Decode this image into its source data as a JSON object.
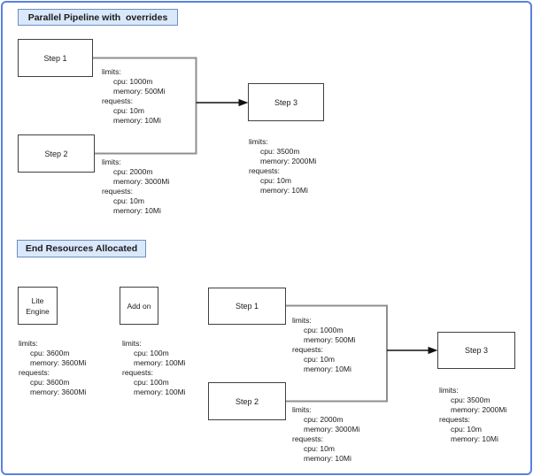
{
  "colors": {
    "frame_border": "#5a81e0",
    "title_fill": "#dae8fc",
    "title_border": "#6c8ebf",
    "box_border": "#404040",
    "connector_gray": "#8f8f8f",
    "arrow_black": "#111111"
  },
  "section_overrides": {
    "title": "Parallel Pipeline with  overrides",
    "nodes": {
      "step1": {
        "label": "Step 1",
        "resources": [
          "limits:",
          "cpu: 1000m",
          "memory: 500Mi",
          "requests:",
          "cpu: 10m",
          "memory: 10Mi"
        ]
      },
      "step2": {
        "label": "Step 2",
        "resources": [
          "limits:",
          "cpu: 2000m",
          "memory: 3000Mi",
          "requests:",
          "cpu: 10m",
          "memory: 10Mi"
        ]
      },
      "step3": {
        "label": "Step 3",
        "resources": [
          "limits:",
          "cpu: 3500m",
          "memory: 2000Mi",
          "requests:",
          "cpu: 10m",
          "memory: 10Mi"
        ]
      }
    }
  },
  "section_end": {
    "title": "End Resources Allocated",
    "nodes": {
      "lite_engine": {
        "label_lines": [
          "Lite",
          "Engine"
        ],
        "resources": [
          "limits:",
          "cpu: 3600m",
          "memory: 3600Mi",
          "requests:",
          "cpu: 3600m",
          "memory: 3600Mi"
        ]
      },
      "add_on": {
        "label": "Add on",
        "resources": [
          "limits:",
          "cpu: 100m",
          "memory: 100Mi",
          "requests:",
          "cpu: 100m",
          "memory: 100Mi"
        ]
      },
      "step1": {
        "label": "Step 1",
        "resources": [
          "limits:",
          "cpu: 1000m",
          "memory: 500Mi",
          "requests:",
          "cpu: 10m",
          "memory: 10Mi"
        ]
      },
      "step2": {
        "label": "Step 2",
        "resources": [
          "limits:",
          "cpu: 2000m",
          "memory: 3000Mi",
          "requests:",
          "cpu: 10m",
          "memory: 10Mi"
        ]
      },
      "step3": {
        "label": "Step 3",
        "resources": [
          "limits:",
          "cpu: 3500m",
          "memory: 2000Mi",
          "requests:",
          "cpu: 10m",
          "memory: 10Mi"
        ]
      }
    }
  }
}
